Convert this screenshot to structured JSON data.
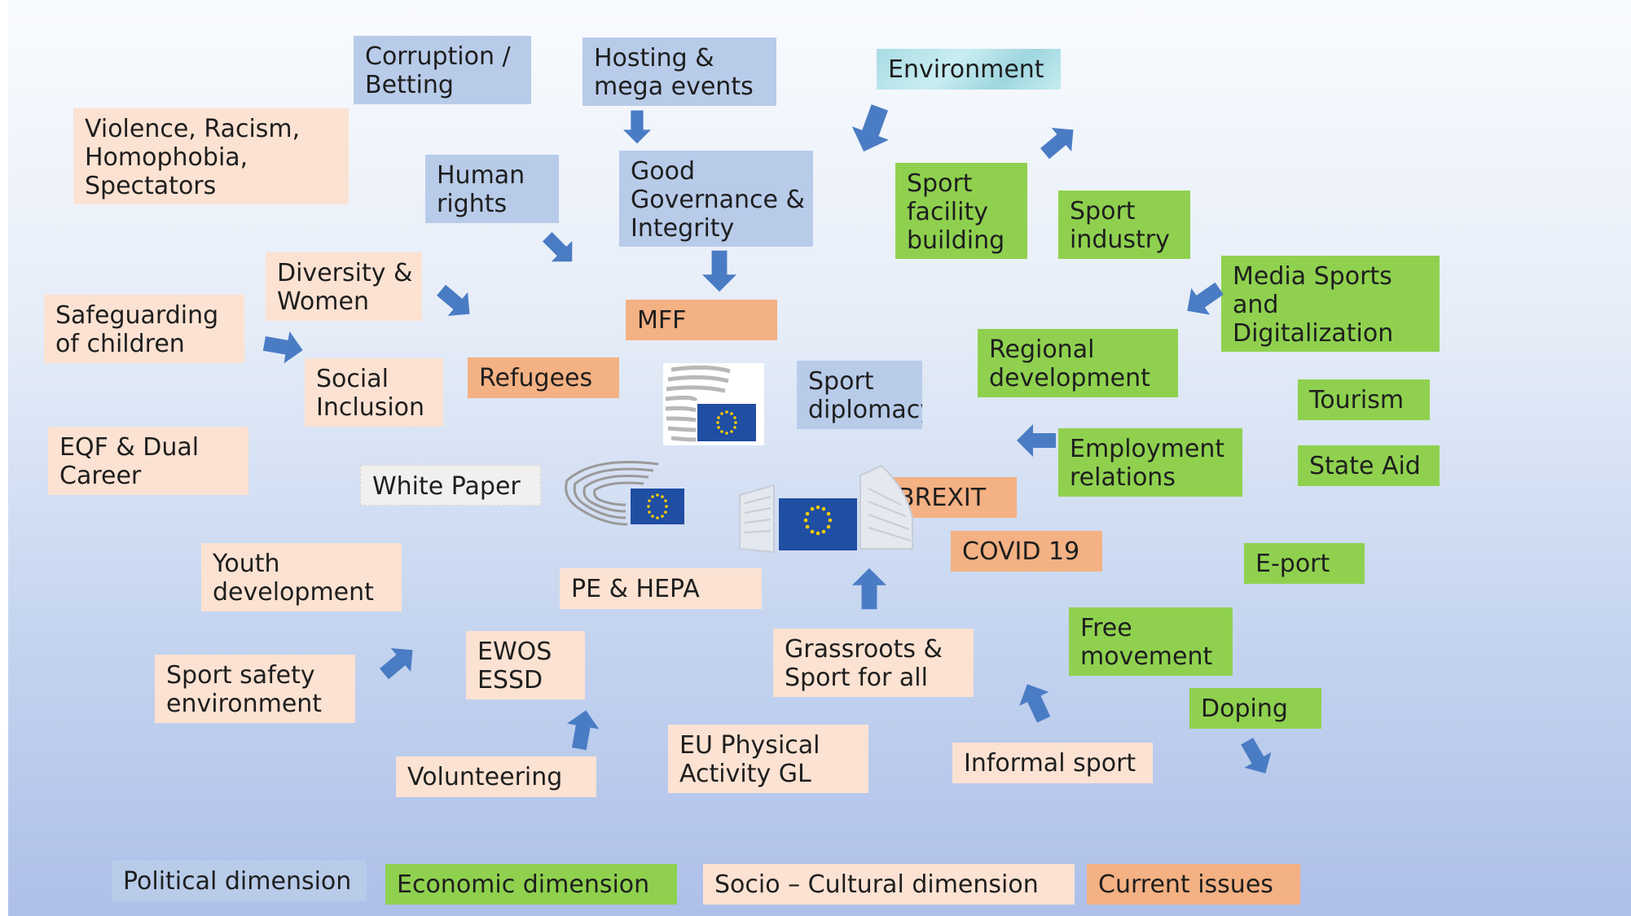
{
  "colors": {
    "political": "#b8cbe9",
    "economic": "#8fd14f",
    "socio_cultural": "#fce2d2",
    "current": "#f4b183",
    "arrow": "#4a7cc4",
    "eu_blue": "#1f4ea3",
    "eu_star": "#ffcc00"
  },
  "political": {
    "corruption": "Corruption /\nBetting",
    "hosting": "Hosting &\nmega events",
    "human_rights": "Human\nrights",
    "good_governance": "Good\nGovernance &\nIntegrity",
    "sport_diplomacy": "Sport\ndiplomacy"
  },
  "economic": {
    "sport_facility": "Sport\nfacility\nbuilding",
    "sport_industry": "Sport\nindustry",
    "media": "Media Sports\nand\nDigitalization",
    "regional": "Regional\ndevelopment",
    "tourism": "Tourism",
    "employment": "Employment\nrelations",
    "state_aid": "State Aid",
    "eport": "E-port",
    "free_movement": "Free\nmovement",
    "doping": "Doping"
  },
  "socio_cultural": {
    "violence": "Violence, Racism,\nHomophobia,\nSpectators",
    "diversity": "Diversity &\nWomen",
    "safeguarding": "Safeguarding\nof children",
    "social_inclusion": "Social\nInclusion",
    "eqf": "EQF & Dual\nCareer",
    "youth": "Youth\ndevelopment",
    "pe_hepa": "PE & HEPA",
    "sport_safety": "Sport safety\nenvironment",
    "ewos": "EWOS\nESSD",
    "grassroots": "Grassroots &\nSport for all",
    "volunteering": "Volunteering",
    "eu_pa_gl": "EU Physical\nActivity GL",
    "informal": "Informal sport"
  },
  "current": {
    "mff": "MFF",
    "refugees": "Refugees",
    "brexit": "BREXIT",
    "covid": "COVID 19"
  },
  "other": {
    "environment": "Environment",
    "white_paper": "White Paper"
  },
  "legend": {
    "political": "Political dimension",
    "economic": "Economic dimension",
    "socio_cultural": "Socio – Cultural dimension",
    "current": "Current issues"
  },
  "icons": {
    "arrow": "block-arrow-icon",
    "commission": "european-commission-logo",
    "parliament": "european-parliament-logo",
    "council": "council-of-the-eu-logo"
  }
}
